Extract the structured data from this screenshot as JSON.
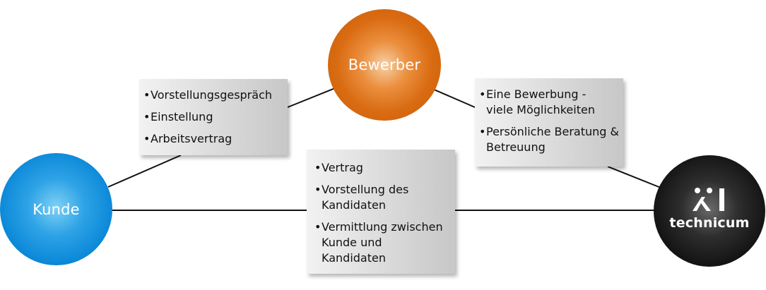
{
  "nodes": {
    "bewerber": {
      "label": "Bewerber",
      "color": "#d96b12"
    },
    "kunde": {
      "label": "Kunde",
      "color": "#0b88d8"
    },
    "technicum": {
      "brand_name": "technicum",
      "logo_icon": "technicum-logo-icon",
      "color": "#141414"
    }
  },
  "connections": {
    "bewerber_kunde": {
      "items": [
        "Vorstellungsgespräch",
        "Einstellung",
        "Arbeitsvertrag"
      ]
    },
    "bewerber_technicum": {
      "items": [
        "Eine Bewerbung - viele Möglichkeiten",
        "Persönliche Beratung & Betreuung"
      ]
    },
    "kunde_technicum": {
      "items": [
        "Vertrag",
        "Vorstellung des Kandidaten",
        "Vermittlung zwischen Kunde und Kandidaten"
      ]
    }
  }
}
